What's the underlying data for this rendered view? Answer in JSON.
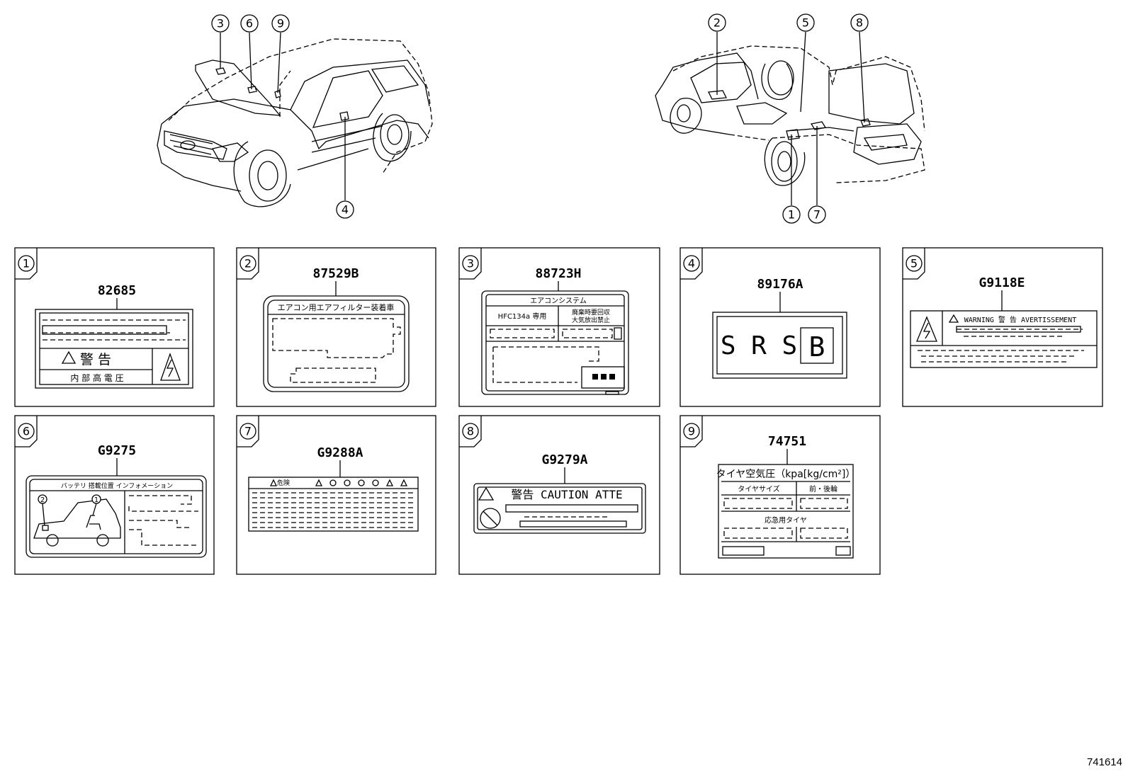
{
  "callouts": [
    "1",
    "2",
    "3",
    "4",
    "5",
    "6",
    "7",
    "8",
    "9"
  ],
  "diagram_id": "741614",
  "panels": [
    {
      "num": "1",
      "part": "82685",
      "warn": "警 告",
      "sub": "内 部 高 電 圧"
    },
    {
      "num": "2",
      "part": "87529B",
      "title": "エアコン用エアフィルター装着車"
    },
    {
      "num": "3",
      "part": "88723H",
      "title": "エアコンシステム",
      "refrigerant": "HFC134a 専用",
      "note1": "廃棄時要回収",
      "note2": "大気放出禁止"
    },
    {
      "num": "4",
      "part": "89176A",
      "text": "S R S",
      "box": "B"
    },
    {
      "num": "5",
      "part": "G9118E",
      "title": "WARNING 警 告 AVERTISSEMENT"
    },
    {
      "num": "6",
      "part": "G9275",
      "title": "バッテリ  搭載位置  インフォメーション",
      "m1": "1",
      "m2": "2"
    },
    {
      "num": "7",
      "part": "G9288A",
      "title": "危険"
    },
    {
      "num": "8",
      "part": "G9279A",
      "title": "警告 CAUTION ATTE"
    },
    {
      "num": "9",
      "part": "74751",
      "title": "タイヤ空気圧（kpa[kg/cm²]）",
      "col1": "タイヤサイズ",
      "col2": "前・後輪",
      "row2": "応急用タイヤ"
    }
  ]
}
